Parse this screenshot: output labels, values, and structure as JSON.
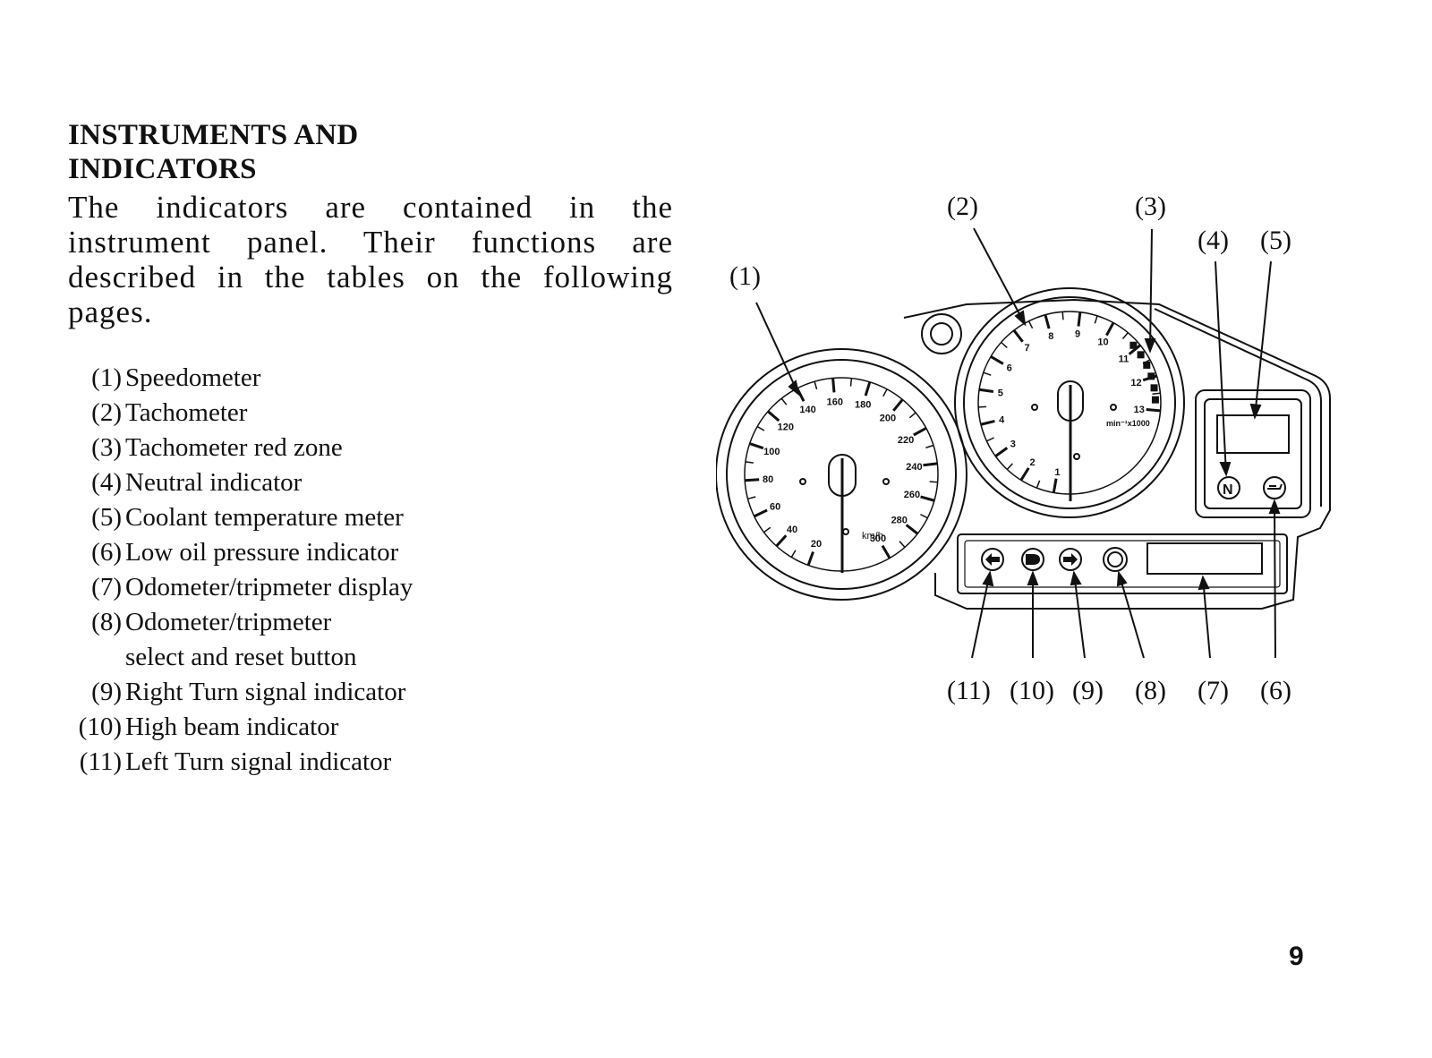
{
  "heading": {
    "line1": "INSTRUMENTS AND",
    "line2": "INDICATORS"
  },
  "intro": "The indicators are contained in the instrument panel. Their functions are described in the tables on the following pages.",
  "legend": [
    {
      "num": "(1)",
      "label": "Speedometer"
    },
    {
      "num": "(2)",
      "label": "Tachometer"
    },
    {
      "num": "(3)",
      "label": "Tachometer red zone"
    },
    {
      "num": "(4)",
      "label": "Neutral indicator"
    },
    {
      "num": "(5)",
      "label": "Coolant temperature meter"
    },
    {
      "num": "(6)",
      "label": "Low oil pressure indicator"
    },
    {
      "num": "(7)",
      "label": "Odometer/tripmeter display"
    },
    {
      "num": "(8)",
      "label": "Odometer/tripmeter",
      "label2": "select and reset button"
    },
    {
      "num": "(9)",
      "label": "Right Turn signal indicator"
    },
    {
      "num": "(10)",
      "label": "High beam indicator"
    },
    {
      "num": "(11)",
      "label": "Left Turn signal indicator"
    }
  ],
  "diagram": {
    "callouts": [
      "(1)",
      "(2)",
      "(3)",
      "(4)",
      "(5)",
      "(6)",
      "(7)",
      "(8)",
      "(9)",
      "(10)",
      "(11)"
    ],
    "speedometer_unit": "km/h",
    "tachometer_unit": "min⁻¹x1000",
    "speedometer_scale": [
      "20",
      "40",
      "60",
      "80",
      "100",
      "120",
      "140",
      "160",
      "180",
      "200",
      "220",
      "240",
      "260",
      "280",
      "300"
    ],
    "tachometer_scale": [
      "1",
      "2",
      "3",
      "4",
      "5",
      "6",
      "7",
      "8",
      "9",
      "10",
      "11",
      "12",
      "13"
    ],
    "neutral_symbol": "N"
  },
  "page_number": "9"
}
